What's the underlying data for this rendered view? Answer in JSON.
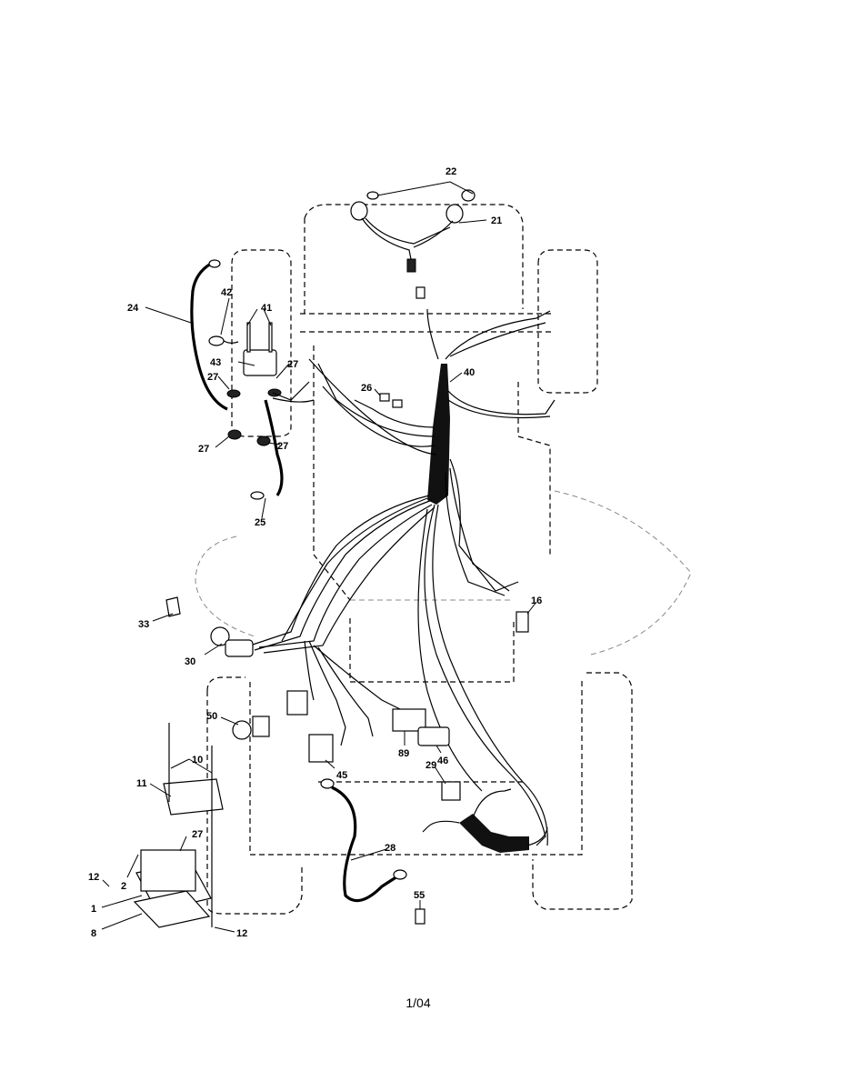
{
  "page": {
    "number": "1/04"
  },
  "parts": [
    {
      "id": "22",
      "label": "22"
    },
    {
      "id": "21",
      "label": "21"
    },
    {
      "id": "24",
      "label": "24"
    },
    {
      "id": "42",
      "label": "42"
    },
    {
      "id": "41",
      "label": "41"
    },
    {
      "id": "43",
      "label": "43"
    },
    {
      "id": "27a",
      "label": "27"
    },
    {
      "id": "27b",
      "label": "27"
    },
    {
      "id": "27c",
      "label": "27"
    },
    {
      "id": "27d",
      "label": "27"
    },
    {
      "id": "26",
      "label": "26"
    },
    {
      "id": "40",
      "label": "40"
    },
    {
      "id": "25",
      "label": "25"
    },
    {
      "id": "16",
      "label": "16"
    },
    {
      "id": "33",
      "label": "33"
    },
    {
      "id": "30",
      "label": "30"
    },
    {
      "id": "50",
      "label": "50"
    },
    {
      "id": "10",
      "label": "10"
    },
    {
      "id": "11",
      "label": "11"
    },
    {
      "id": "89",
      "label": "89"
    },
    {
      "id": "46",
      "label": "46"
    },
    {
      "id": "45",
      "label": "45"
    },
    {
      "id": "29",
      "label": "29"
    },
    {
      "id": "27e",
      "label": "27"
    },
    {
      "id": "28",
      "label": "28"
    },
    {
      "id": "12a",
      "label": "12"
    },
    {
      "id": "2",
      "label": "2"
    },
    {
      "id": "1",
      "label": "1"
    },
    {
      "id": "8",
      "label": "8"
    },
    {
      "id": "12b",
      "label": "12"
    },
    {
      "id": "55",
      "label": "55"
    }
  ]
}
